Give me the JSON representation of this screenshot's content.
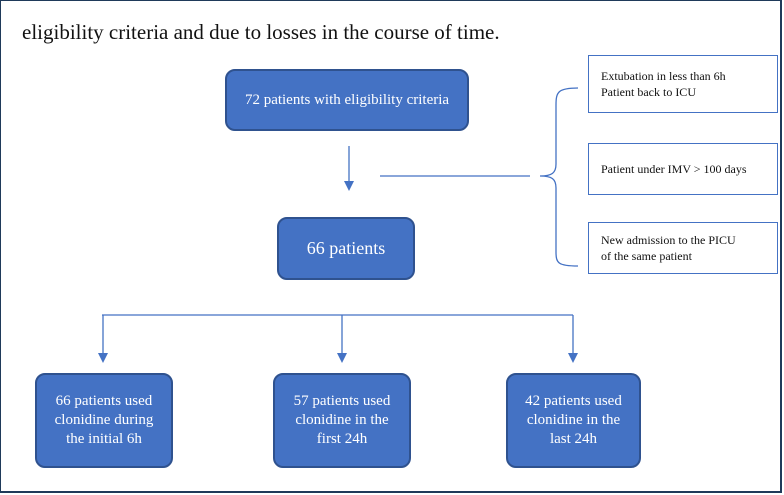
{
  "caption": "eligibility criteria and due to losses in the course of time.",
  "nodes": {
    "top": "72 patients with eligibility criteria",
    "middle": "66 patients",
    "bottom": [
      [
        "66 patients used",
        "clonidine during",
        "the initial 6h"
      ],
      [
        "57 patients used",
        "clonidine in the",
        "first 24h"
      ],
      [
        "42 patients used",
        "clonidine in the",
        "last 24h"
      ]
    ]
  },
  "exclusions": [
    [
      "Extubation in less than 6h",
      "Patient back to ICU"
    ],
    [
      "Patient under IMV > 100 days"
    ],
    [
      "New admission to the PICU",
      "of the same patient"
    ]
  ],
  "colors": {
    "box_fill": "#4472c4",
    "box_border": "#2f528f",
    "connector": "#4472c4"
  }
}
